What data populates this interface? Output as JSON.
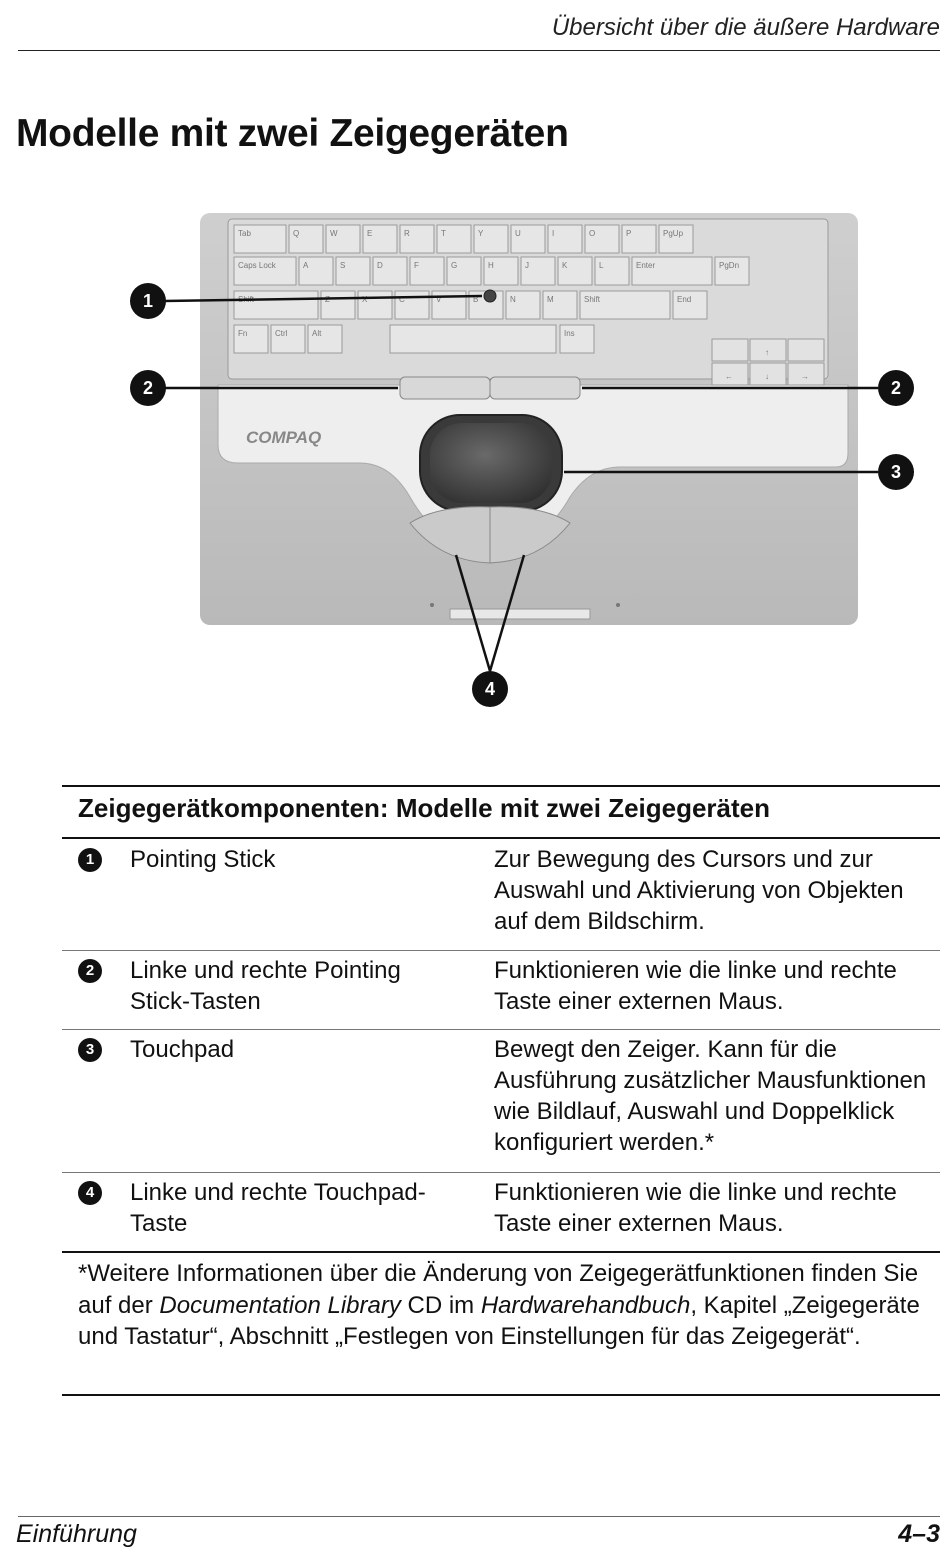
{
  "header": {
    "running_title": "Übersicht über die äußere Hardware"
  },
  "page_title": "Modelle mit zwei Zeigegeräten",
  "figure": {
    "brand": "COMPAQ",
    "callouts": [
      "1",
      "2",
      "2",
      "3",
      "4"
    ],
    "keys": {
      "row1": [
        "Tab",
        "Q",
        "W",
        "E",
        "R",
        "T",
        "Y",
        "U",
        "I",
        "O",
        "P",
        "PgUp"
      ],
      "row2": [
        "Caps Lock",
        "A",
        "S",
        "D",
        "F",
        "G",
        "H",
        "J",
        "K",
        "L",
        "Enter",
        "PgDn"
      ],
      "row3": [
        "Shift",
        "Z",
        "X",
        "C",
        "V",
        "B",
        "N",
        "M",
        "Shift",
        "End"
      ],
      "row4": [
        "Fn",
        "Ctrl",
        "Alt",
        "Ins"
      ],
      "arrows": [
        "↑",
        "←",
        "↓",
        "→"
      ]
    }
  },
  "table": {
    "title": "Zeigegerätkomponenten: Modelle mit zwei Zeigegeräten",
    "rows": [
      {
        "num": "1",
        "name": "Pointing Stick",
        "desc": "Zur Bewegung des Cursors und zur Auswahl und Aktivierung von Objekten auf dem Bildschirm."
      },
      {
        "num": "2",
        "name": "Linke und rechte Pointing Stick-Tasten",
        "desc": "Funktionieren wie die linke und rechte Taste einer externen Maus."
      },
      {
        "num": "3",
        "name": "Touchpad",
        "desc": "Bewegt den Zeiger. Kann für die Ausführung zusätzlicher Mausfunktionen wie Bildlauf, Auswahl und Doppelklick konfiguriert werden.*"
      },
      {
        "num": "4",
        "name": "Linke und rechte Touchpad-Taste",
        "desc": "Funktionieren wie die linke und rechte Taste einer externen Maus."
      }
    ],
    "footnote": {
      "part1": "*Weitere Informationen über die Änderung von Zeigegerätfunktionen finden Sie auf der ",
      "italic1": "Documentation Library",
      "part2": " CD im ",
      "italic2": "Hardwarehandbuch",
      "part3": ", Kapitel „Zeigegeräte und Tastatur“, Abschnitt „Festlegen von Einstellungen für das Zeigegerät“."
    }
  },
  "footer": {
    "section": "Einführung",
    "page_number": "4–3"
  }
}
